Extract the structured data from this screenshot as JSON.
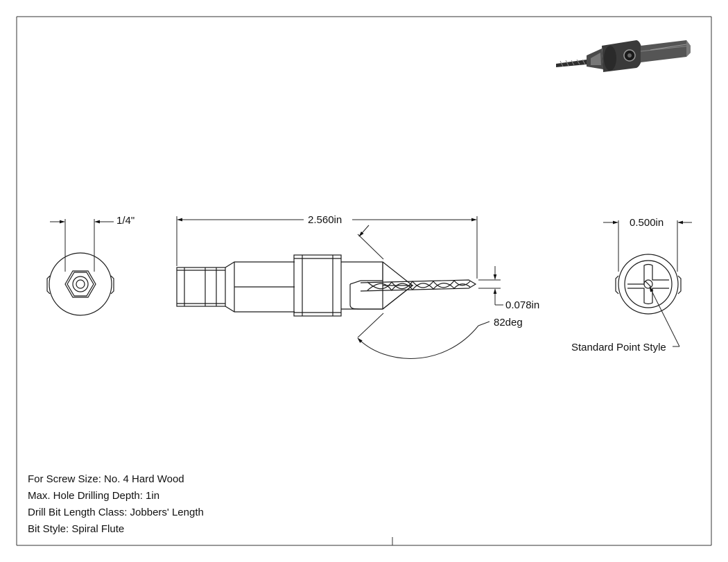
{
  "dimensions": {
    "hex_size": "1/4\"",
    "overall_length": "2.560in",
    "drill_diameter": "0.078in",
    "countersink_angle": "82deg",
    "collar_diameter": "0.500in"
  },
  "callouts": {
    "point_style": "Standard Point Style"
  },
  "notes": [
    "For Screw Size: No. 4 Hard Wood",
    "Max. Hole Drilling Depth: 1in",
    "Drill Bit Length Class: Jobbers' Length",
    "Bit Style: Spiral Flute"
  ],
  "colors": {
    "line": "#1a1a1a",
    "dim_line": "#222222",
    "border": "#333333",
    "thumbnail_body": "#3a3a3a"
  }
}
